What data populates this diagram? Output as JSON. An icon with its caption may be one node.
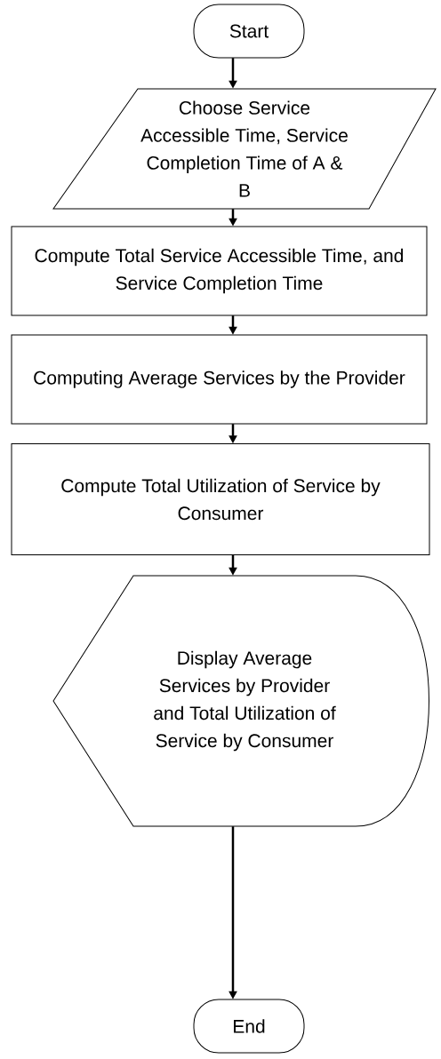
{
  "diagram": {
    "nodes": [
      {
        "text": [
          "Start"
        ]
      },
      {
        "text": [
          "Choose Service Accessible Time, Service Completion Time of A & B"
        ]
      },
      {
        "text": [
          "Compute Total Service Accessible Time, and Service Completion Time"
        ]
      },
      {
        "text": [
          "Computing Average Services by the Provider"
        ]
      },
      {
        "text": [
          "Compute Total Utilization of Service by Consumer"
        ]
      },
      {
        "text": [
          "Display Average Services by Provider and Total Utilization of Service by Consumer"
        ]
      },
      {
        "text": [
          "End"
        ]
      }
    ],
    "edges": [
      {
        "from": 0,
        "to": 1,
        "arrow": "to"
      },
      {
        "from": 1,
        "to": 2,
        "arrow": "to"
      },
      {
        "from": 2,
        "to": 3,
        "arrow": "to"
      },
      {
        "from": 3,
        "to": 4,
        "arrow": "to"
      },
      {
        "from": 4,
        "to": 5,
        "arrow": "to"
      },
      {
        "from": 5,
        "to": 6,
        "arrow": "to"
      }
    ]
  }
}
